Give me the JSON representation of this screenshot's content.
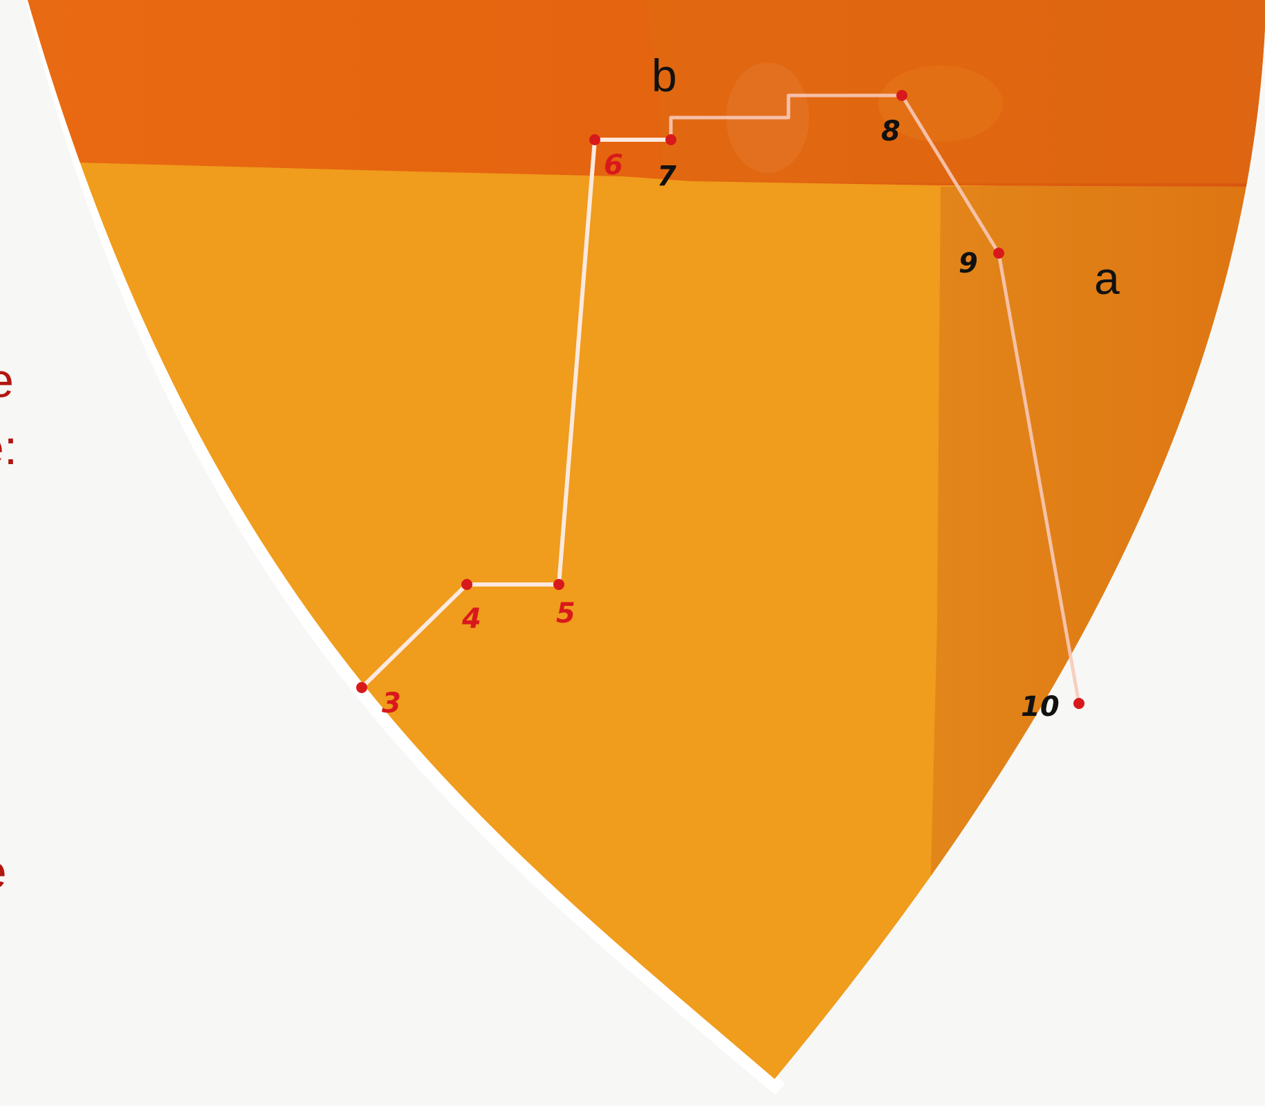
{
  "side_text": {
    "line1": "ce",
    "line2": "ce:",
    "line3": "e"
  },
  "regions": {
    "a": "a",
    "b": "b"
  },
  "points": [
    {
      "id": "p3",
      "label": "3",
      "color": "#d8191c"
    },
    {
      "id": "p4",
      "label": "4",
      "color": "#d8191c"
    },
    {
      "id": "p5",
      "label": "5",
      "color": "#d8191c"
    },
    {
      "id": "p6",
      "label": "6",
      "color": "#d8191c"
    },
    {
      "id": "p7",
      "label": "7",
      "color": "#111111"
    },
    {
      "id": "p8",
      "label": "8",
      "color": "#111111"
    },
    {
      "id": "p9",
      "label": "9",
      "color": "#111111"
    },
    {
      "id": "p10",
      "label": "10",
      "color": "#111111"
    }
  ],
  "colors": {
    "background": "#f7f7f6",
    "shield_main": "#f09c1c",
    "band_top": "#e56a10",
    "band_right": "#e07d14",
    "path_line": "#fbe9df",
    "dot": "#d8191c",
    "annotation_red": "#b3160f"
  }
}
